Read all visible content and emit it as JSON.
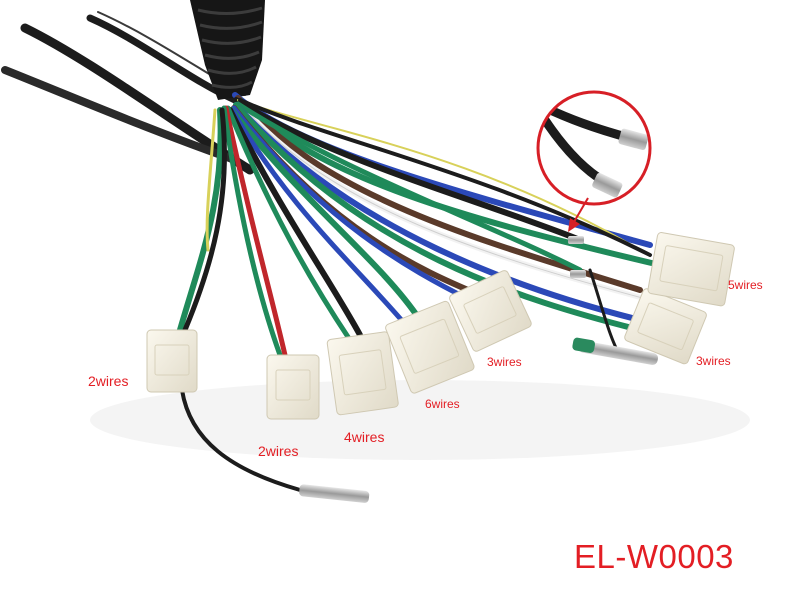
{
  "product": {
    "code": "EL-W0003"
  },
  "labels": {
    "connector_1": "2wires",
    "connector_2": "2wires",
    "connector_3": "4wires",
    "connector_4": "6wires",
    "connector_5": "3wires",
    "connector_6": "3wires",
    "connector_7": "5wires"
  },
  "colors": {
    "label_red": "#e31e24",
    "callout_red": "#d71f26",
    "connector_body": "#f3efe2",
    "wire_black": "#1c1c1c",
    "wire_green": "#1f8a5a",
    "wire_blue": "#2b49b8",
    "wire_red": "#c0262b",
    "wire_brown": "#5a3a2a",
    "wire_yellow": "#d8d15a",
    "wire_white": "#f2f2f2"
  },
  "icons": {
    "callout": "dc-plug-zoom-icon",
    "arrow": "arrow-down-left-icon"
  }
}
